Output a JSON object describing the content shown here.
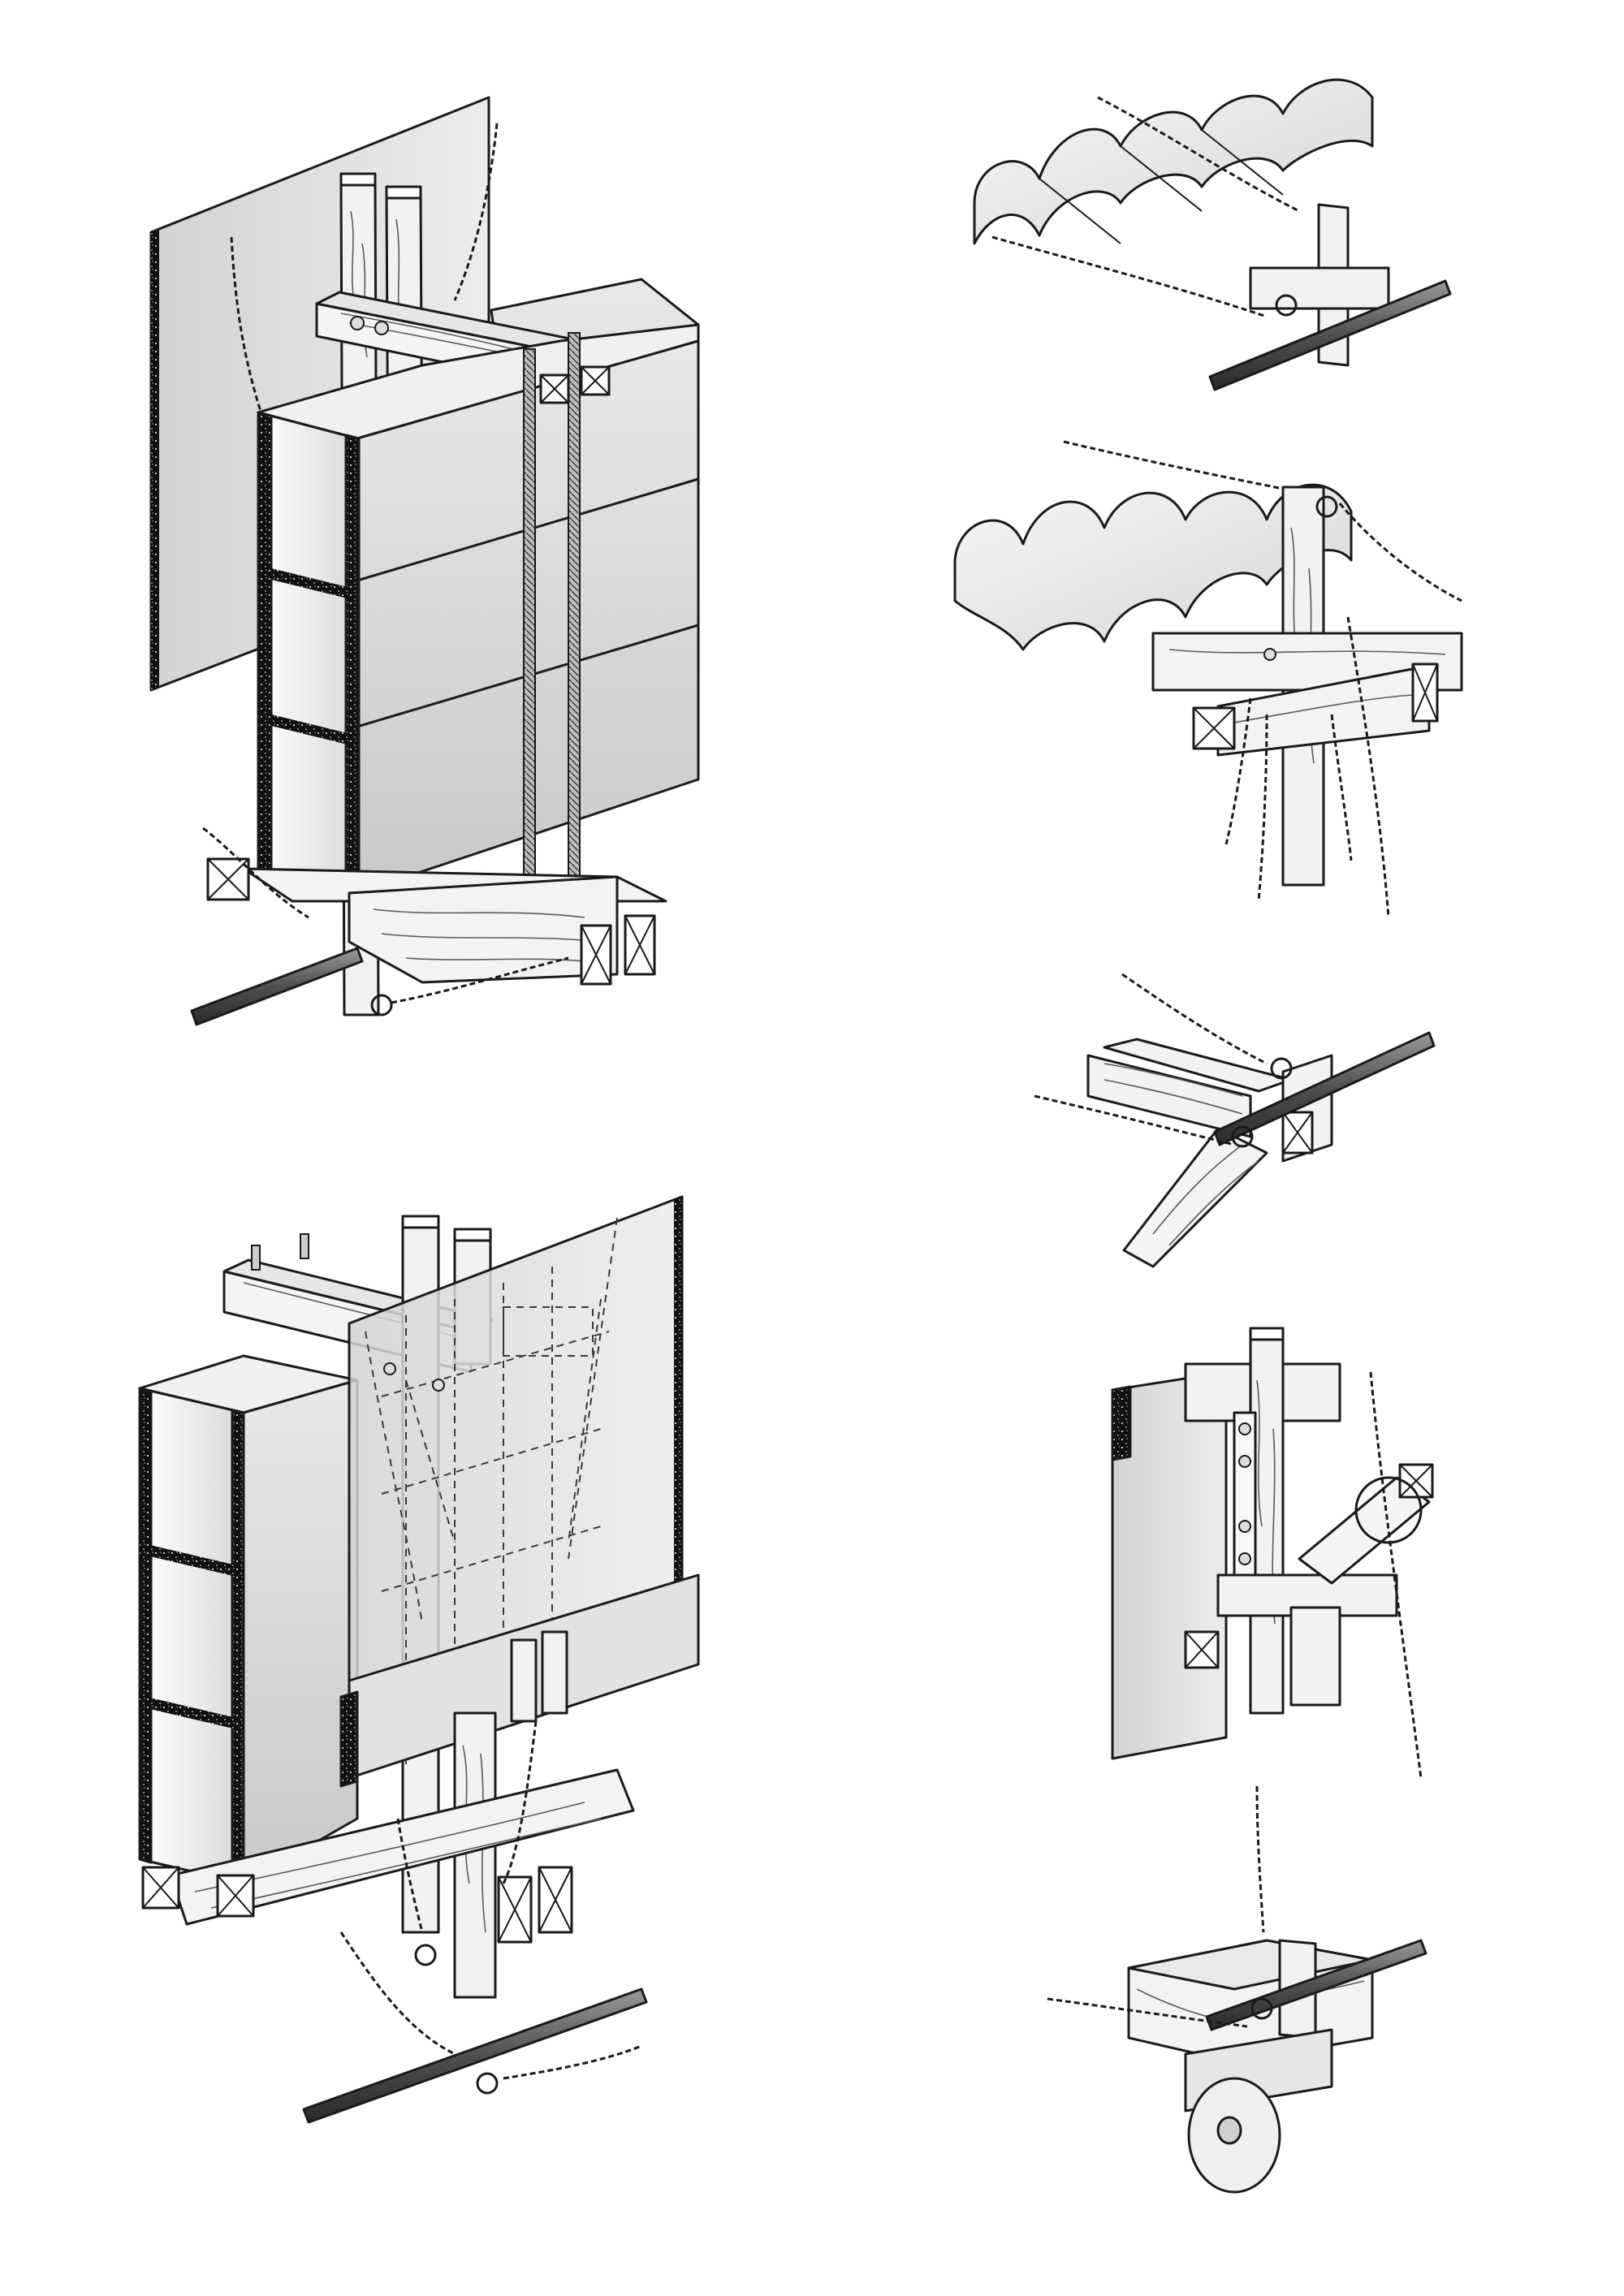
{
  "sheet": {
    "background": "#ffffff",
    "line_color": "#1a1a1a",
    "panel_light": "#e4e4e4",
    "panel_mid": "#cfcfcf",
    "panel_dark": "#b8b8b8",
    "wood_color": "#f1f1f1",
    "rod_color": "#6d6d6d",
    "foam_edge": "#111111"
  },
  "drawings": [
    {
      "id": "assembly-front",
      "label": ""
    },
    {
      "id": "assembly-rear",
      "label": ""
    },
    {
      "id": "detail-roof-clamp",
      "label": ""
    },
    {
      "id": "detail-roof-post",
      "label": ""
    },
    {
      "id": "detail-rod-joint",
      "label": ""
    },
    {
      "id": "detail-panel-post",
      "label": ""
    },
    {
      "id": "detail-caster",
      "label": ""
    }
  ]
}
